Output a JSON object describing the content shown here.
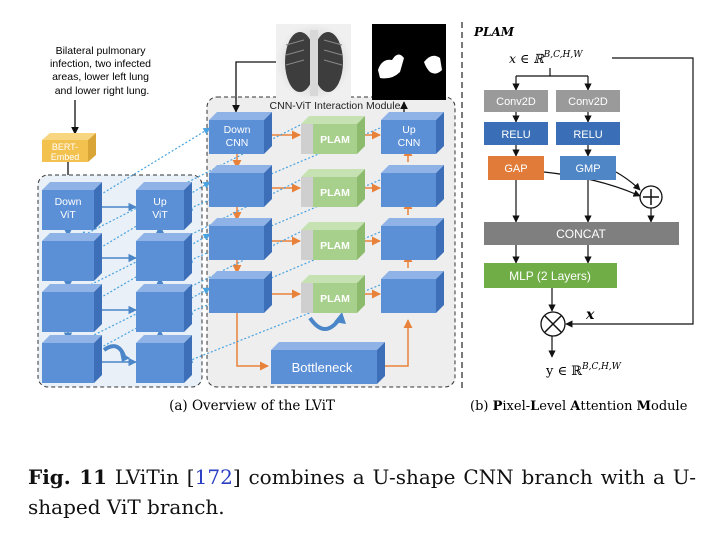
{
  "left_panel": {
    "input_text": [
      "Bilateral pulmonary",
      "infection, two infected",
      "areas, lower left lung",
      "and lower right lung."
    ],
    "bert_embed": [
      "BERT-",
      "Embed"
    ],
    "module_title": "CNN-ViT Interaction Module",
    "down_cnn": [
      "Down",
      "CNN"
    ],
    "up_cnn": [
      "Up",
      "CNN"
    ],
    "down_vit": [
      "Down",
      "ViT"
    ],
    "up_vit": [
      "Up",
      "ViT"
    ],
    "plam": "PLAM",
    "bottleneck": "Bottleneck",
    "caption": "(a) Overview of the LViT"
  },
  "right_panel": {
    "title": "PLAM",
    "input_label": "x ∈ ℝ",
    "input_sup": "B,C,H,W",
    "conv": "Conv2D",
    "relu": "RELU",
    "gap": "GAP",
    "gmp": "GMP",
    "plus": "+",
    "concat": "CONCAT",
    "mlp": "MLP (2 Layers)",
    "times": "×",
    "x_label": "x",
    "output_label": "y ∈ ℝ",
    "output_sup": "B,C,H,W",
    "caption_b1": "(b) ",
    "caption_p": "P",
    "caption_ixel": "ixel-",
    "caption_l": "L",
    "caption_evel": "evel ",
    "caption_a": "A",
    "caption_ttention": "ttention ",
    "caption_m": "M",
    "caption_odule": "odule"
  },
  "figure_caption": {
    "label": "Fig. 11",
    "text_1": "  LViTin [",
    "ref": "172",
    "text_2": "] combines a U-shape CNN branch with a U-shaped ViT branch."
  },
  "colors": {
    "box_front": "#5b8fd6",
    "box_top": "#8fb3e6",
    "box_side": "#3c6fb8",
    "panel_bg": "#e9f0f8",
    "module_bg": "#eeeeee",
    "plam_green": "#a8d08d",
    "bert_yellow": "#f2c14e",
    "orange": "#e8823a",
    "dotted_blue": "#4aa3e0",
    "gray_block": "#9a9a9a",
    "blue_block": "#3a6fb8",
    "gap_orange": "#e07b39",
    "gmp_blue": "#4f86c6",
    "mlp_green": "#70ad47"
  }
}
